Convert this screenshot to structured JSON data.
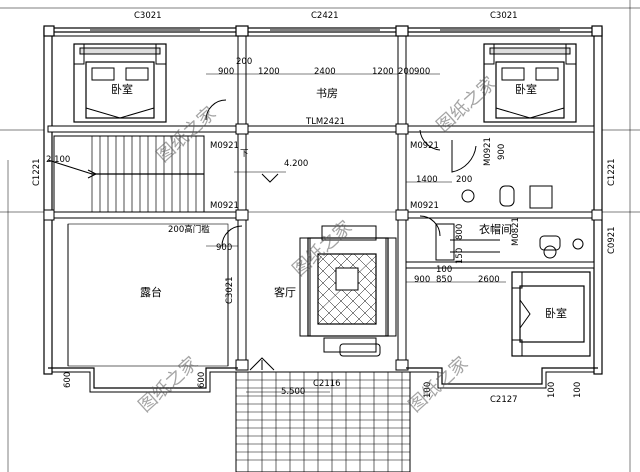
{
  "rooms": {
    "bedroom": "卧室",
    "study": "书房",
    "closet": "衣帽间",
    "terrace": "露台",
    "living": "客厅"
  },
  "window_codes": {
    "top_left": "C3021",
    "top_mid": "C2421",
    "top_right": "C3021",
    "left_wall": "C1221",
    "right_top": "C1221",
    "right_low": "C0921",
    "terrace_side": "C3021",
    "balcony": "C2116",
    "bottom_right": "C2127"
  },
  "door_codes": {
    "study_door": "TLM2421",
    "m_left_top": "M0921",
    "m_left_low": "M0921",
    "m_right_top": "M0921",
    "m_right_low": "M0921",
    "m_bath": "M0921",
    "m_closet": "M0821",
    "mid_door": "200高门槛"
  },
  "dimensions": {
    "d900a": "900",
    "d200a": "200",
    "d1200a": "1200",
    "d2400": "2400",
    "d1200b": "1200",
    "d200b": "200",
    "d900b": "900",
    "stair_level": "2.100",
    "down": "下",
    "hall_level": "4.200",
    "d1400": "1400",
    "d200c": "200",
    "d900c": "900",
    "d900d": "900",
    "d900e": "900",
    "d850": "850",
    "d2600": "2600",
    "d100a": "100",
    "d800": "800",
    "d150": "150",
    "d600a": "600",
    "d600b": "600",
    "balcony_level": "5.500",
    "d100b": "100",
    "d100c": "100",
    "d100d": "100"
  },
  "watermark": "图纸之家"
}
